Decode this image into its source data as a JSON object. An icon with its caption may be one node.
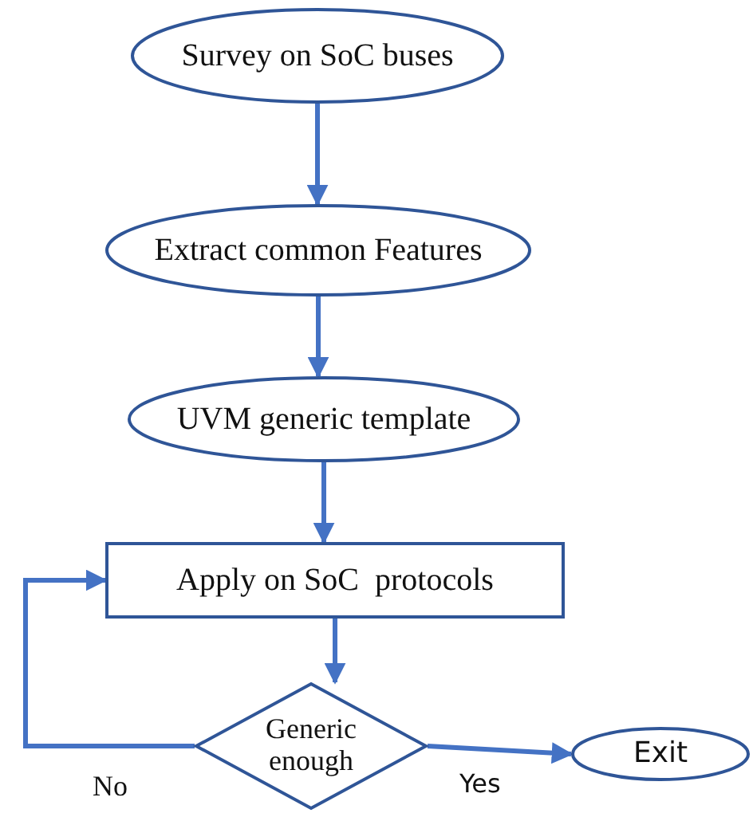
{
  "diagram": {
    "nodes": [
      {
        "text": [
          "Survey on SoC buses"
        ]
      },
      {
        "text": [
          "Extract common Features"
        ]
      },
      {
        "text": [
          "UVM generic template"
        ]
      },
      {
        "text": [
          "Apply on SoC  protocols"
        ]
      },
      {
        "text": [
          "Generic enough"
        ]
      },
      {
        "text": [
          "Exit"
        ]
      }
    ],
    "edges": [
      {
        "from": 0,
        "to": 1,
        "arrow": "to"
      },
      {
        "from": 1,
        "to": 2,
        "arrow": "to"
      },
      {
        "from": 2,
        "to": 3,
        "arrow": "to"
      },
      {
        "from": 3,
        "to": 4,
        "arrow": "to"
      },
      {
        "from": 4,
        "to": 3,
        "arrow": "to",
        "label": "No"
      },
      {
        "from": 4,
        "to": 5,
        "arrow": "to",
        "label": "Yes"
      }
    ]
  }
}
